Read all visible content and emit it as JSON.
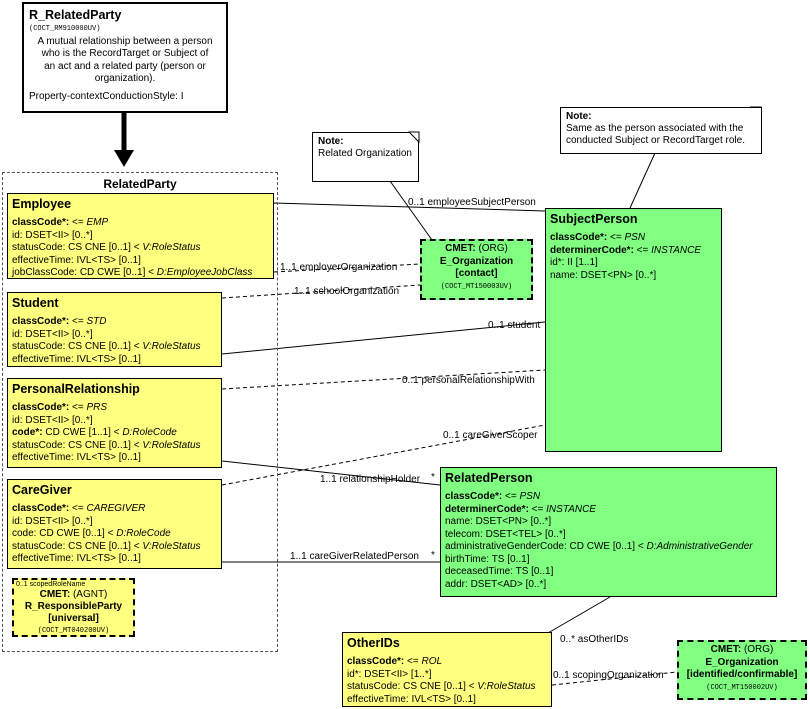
{
  "root": {
    "name": "R_RelatedParty",
    "code": "(COCT_RM910000UV)",
    "description": "A mutual relationship between a person who is the RecordTarget or Subject of an act and a related party (person or organization).",
    "description_lines": [
      "A mutual relationship between a person",
      "who is the RecordTarget or Subject of",
      "an act and a related party (person or",
      "organization)."
    ],
    "style": "Property-contextConductionStyle: I"
  },
  "choice_box": {
    "title": "RelatedParty"
  },
  "employee": {
    "title": "Employee",
    "attrs": [
      {
        "name": "classCode*:",
        "value": " <= ",
        "ref": "EMP",
        "bold": true
      },
      {
        "name": "id:",
        "value": " DSET<II> [0..*]",
        "ref": ""
      },
      {
        "name": "statusCode:",
        "value": " CS CNE [0..1] < ",
        "ref": "V:RoleStatus"
      },
      {
        "name": "effectiveTime:",
        "value": " IVL<TS> [0..1]",
        "ref": ""
      },
      {
        "name": "jobClassCode:",
        "value": " CD CWE [0..1] < ",
        "ref": "D:EmployeeJobClass"
      }
    ]
  },
  "student": {
    "title": "Student",
    "attrs": [
      {
        "name": "classCode*:",
        "value": " <= ",
        "ref": "STD",
        "bold": true
      },
      {
        "name": "id:",
        "value": " DSET<II> [0..*]",
        "ref": ""
      },
      {
        "name": "statusCode:",
        "value": " CS CNE [0..1] < ",
        "ref": "V:RoleStatus"
      },
      {
        "name": "effectiveTime:",
        "value": " IVL<TS> [0..1]",
        "ref": ""
      }
    ]
  },
  "personal": {
    "title": "PersonalRelationship",
    "attrs": [
      {
        "name": "classCode*:",
        "value": " <= ",
        "ref": "PRS",
        "bold": true
      },
      {
        "name": "id:",
        "value": " DSET<II> [0..*]",
        "ref": ""
      },
      {
        "name": "code*:",
        "value": " CD CWE [1..1] < ",
        "ref": "D:RoleCode",
        "bold": true
      },
      {
        "name": "statusCode:",
        "value": " CS CNE [0..1] < ",
        "ref": "V:RoleStatus"
      },
      {
        "name": "effectiveTime:",
        "value": " IVL<TS> [0..1]",
        "ref": ""
      }
    ]
  },
  "caregiver": {
    "title": "CareGiver",
    "attrs": [
      {
        "name": "classCode*:",
        "value": " <= ",
        "ref": "CAREGIVER",
        "bold": true
      },
      {
        "name": "id:",
        "value": " DSET<II> [0..*]",
        "ref": ""
      },
      {
        "name": "code:",
        "value": " CD CWE [0..1] < ",
        "ref": "D:RoleCode"
      },
      {
        "name": "statusCode:",
        "value": " CS CNE [0..1] < ",
        "ref": "V:RoleStatus"
      },
      {
        "name": "effectiveTime:",
        "value": " IVL<TS> [0..1]",
        "ref": ""
      }
    ]
  },
  "responsible": {
    "role_label": "0..1 scopedRoleName",
    "line1_bold": "CMET:",
    "line1_rest": " (AGNT)",
    "line2": "R_ResponsibleParty",
    "line3": "[universal]",
    "code": "(COCT_MT040200UV)"
  },
  "cmet_contact": {
    "line1_bold": "CMET:",
    "line1_rest": " (ORG)",
    "line2": "E_Organization",
    "line3": "[contact]",
    "code": "(COCT_MT150003UV)"
  },
  "cmet_identified": {
    "line1_bold": "CMET:",
    "line1_rest": " (ORG)",
    "line2": "E_Organization",
    "line3": "[identified/confirmable]",
    "code": "(COCT_MT150002UV)"
  },
  "subject_person": {
    "title": "SubjectPerson",
    "attrs": [
      {
        "name": "classCode*:",
        "value": " <= ",
        "ref": "PSN",
        "bold": true
      },
      {
        "name": "determinerCode*:",
        "value": " <= ",
        "ref": "INSTANCE",
        "bold": true
      },
      {
        "name": "id*:",
        "value": " II [1..1]",
        "ref": ""
      },
      {
        "name": "name:",
        "value": " DSET<PN> [0..*]",
        "ref": ""
      }
    ]
  },
  "related_person": {
    "title": "RelatedPerson",
    "attrs": [
      {
        "name": "classCode*:",
        "value": " <= ",
        "ref": "PSN",
        "bold": true
      },
      {
        "name": "determinerCode*:",
        "value": " <= ",
        "ref": "INSTANCE",
        "bold": true
      },
      {
        "name": "name:",
        "value": " DSET<PN> [0..*]",
        "ref": ""
      },
      {
        "name": "telecom:",
        "value": " DSET<TEL> [0..*]",
        "ref": ""
      },
      {
        "name": "administrativeGenderCode:",
        "value": " CD CWE [0..1] < ",
        "ref": "D:AdministrativeGender"
      },
      {
        "name": "birthTime:",
        "value": " TS [0..1]",
        "ref": ""
      },
      {
        "name": "deceasedTime:",
        "value": " TS [0..1]",
        "ref": ""
      },
      {
        "name": "addr:",
        "value": " DSET<AD> [0..*]",
        "ref": ""
      }
    ]
  },
  "other_ids": {
    "title": "OtherIDs",
    "attrs": [
      {
        "name": "classCode*:",
        "value": " <= ",
        "ref": "ROL",
        "bold": true
      },
      {
        "name": "id*:",
        "value": " DSET<II> [1..*]",
        "ref": ""
      },
      {
        "name": "statusCode:",
        "value": " CS CNE [0..1] < ",
        "ref": "V:RoleStatus"
      },
      {
        "name": "effectiveTime:",
        "value": " IVL<TS> [0..1]",
        "ref": ""
      }
    ]
  },
  "notes": {
    "org": {
      "heading": "Note:",
      "text": "Related Organization"
    },
    "person": {
      "heading": "Note:",
      "text_lines": [
        "Same as the person associated with the",
        "conducted Subject or RecordTarget role."
      ]
    }
  },
  "labels": {
    "employee_subject": "0..1 employeeSubjectPerson",
    "employer_org": "1..1 employerOrganization",
    "school_org": "1..1 schoolOrganization",
    "student": "0..1 student",
    "personal_rel": "0..1 personalRelationshipWith",
    "caregiver_scoper": "0..1 careGiverScoper",
    "relationship_holder": "1..1 relationshipHolder",
    "caregiver_related": "1..1 careGiverRelatedPerson",
    "as_other_ids": "0..* asOtherIDs",
    "scoping_org": "0..1 scopingOrganization",
    "star": "*"
  }
}
